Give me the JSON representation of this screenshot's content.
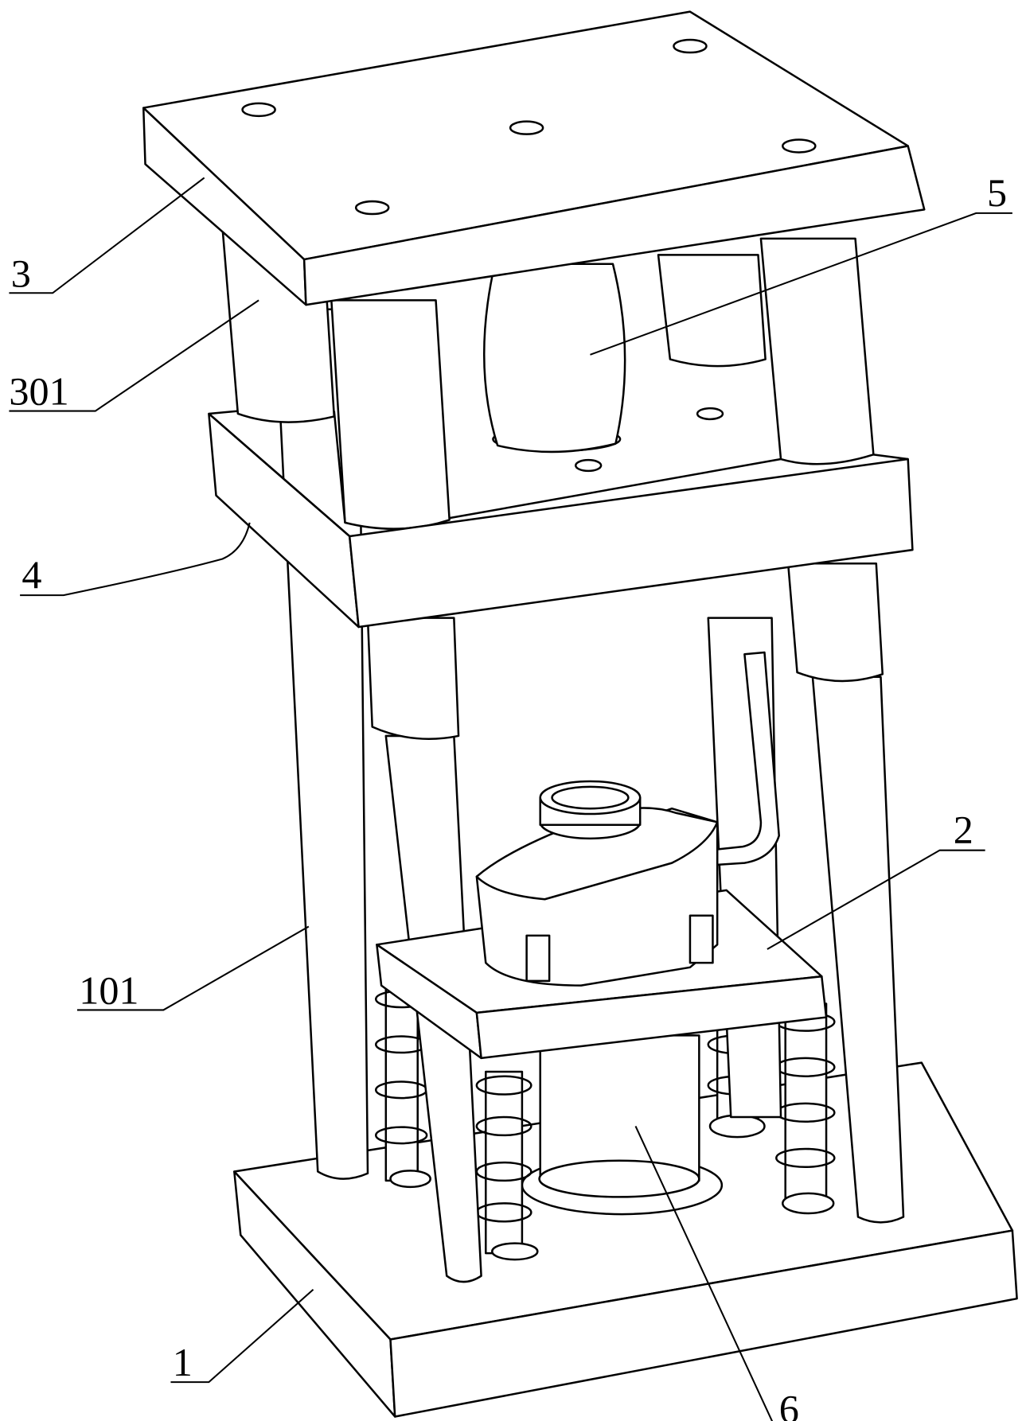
{
  "figure": {
    "type": "patent line drawing",
    "labels": {
      "base_plate": "1",
      "lower_plate": "2",
      "top_plate": "3",
      "top_plate_column": "301",
      "middle_plate": "4",
      "upper_block": "5",
      "cylinder": "6",
      "guide_column": "101"
    }
  },
  "colors": {
    "line": "#000000",
    "background": "#ffffff"
  }
}
